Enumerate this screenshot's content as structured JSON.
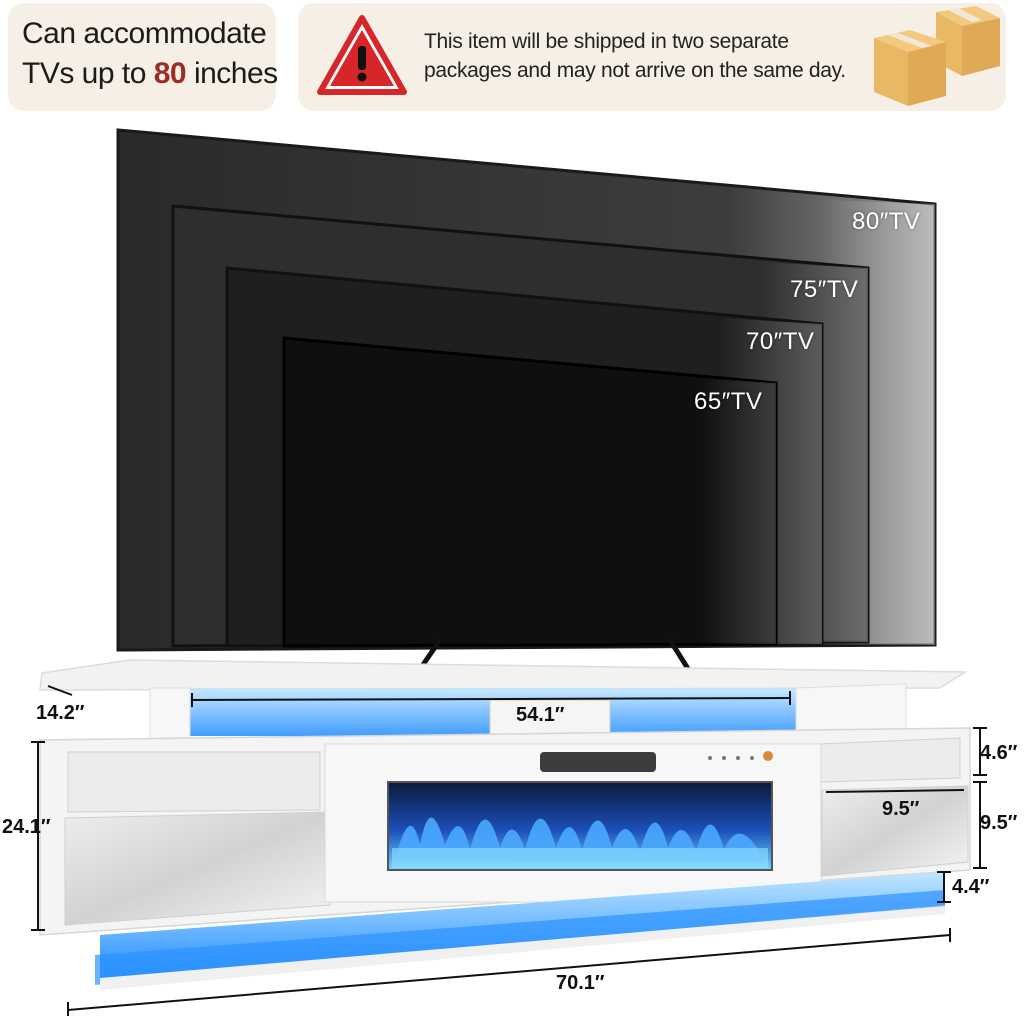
{
  "banner_left": {
    "line1": "Can accommodate",
    "line2_prefix": "TVs up to ",
    "line2_number": "80",
    "line2_suffix": " inches"
  },
  "banner_right": {
    "line1": "This item will be shipped in two separate",
    "line2": "packages and may not arrive on the same day."
  },
  "tv_sizes": {
    "tv80": "80″TV",
    "tv75": "75″TV",
    "tv70": "70″TV",
    "tv65": "65″TV"
  },
  "dimensions": {
    "depth_top": "14.2″",
    "shelf_width": "54.1″",
    "height": "24.1″",
    "open_shelf_height": "4.6″",
    "drawer_width": "9.5″",
    "drawer_height": "9.5″",
    "base_height": "4.4″",
    "total_width": "70.1″"
  },
  "colors": {
    "accent": "#9b2d24",
    "panel": "#f6efe5",
    "led_blue": "#3aa0ff",
    "warning_red": "#d6262a"
  },
  "icons": {
    "warning": "warning-triangle-icon",
    "boxes": "shipping-boxes-icon"
  }
}
